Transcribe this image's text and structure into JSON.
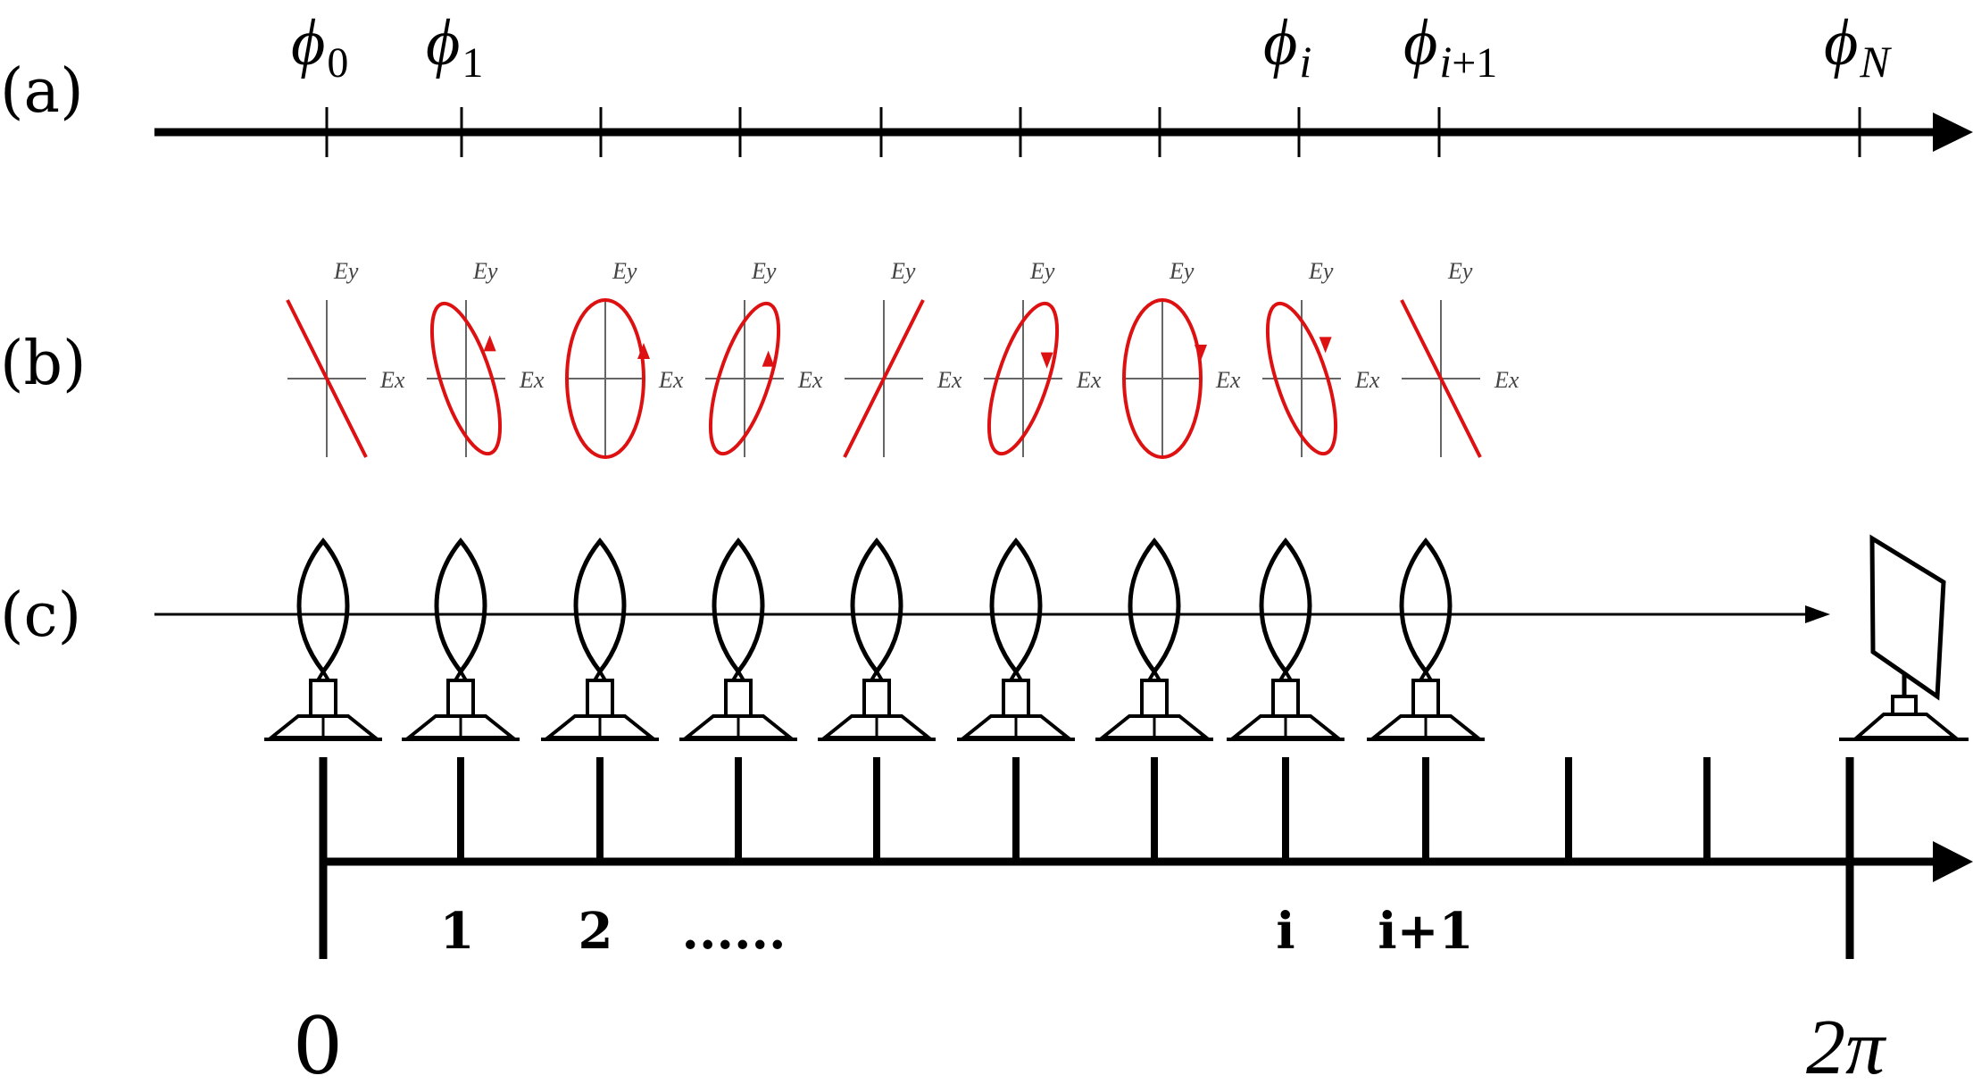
{
  "panels": {
    "a": "(a)",
    "b": "(b)",
    "c": "(c)"
  },
  "phase_axis": {
    "labels": [
      {
        "main": "ϕ",
        "sub": "0"
      },
      {
        "main": "ϕ",
        "sub": "1"
      },
      {
        "main": "ϕ",
        "sub": "i"
      },
      {
        "main": "ϕ",
        "sub": "i+1"
      },
      {
        "main": "ϕ",
        "sub": "N"
      }
    ]
  },
  "polarization": {
    "ex_label": "Ex",
    "ey_label": "Ey",
    "states": [
      "linear -45°",
      "elliptical",
      "circular",
      "elliptical",
      "linear +45°",
      "elliptical",
      "circular",
      "elliptical",
      "linear -45°"
    ],
    "color": "#dd1111"
  },
  "bottom_axis": {
    "tick_labels": [
      "1",
      "2",
      "......",
      "i",
      "i+1"
    ],
    "start_label": "0",
    "end_label": "2π"
  }
}
